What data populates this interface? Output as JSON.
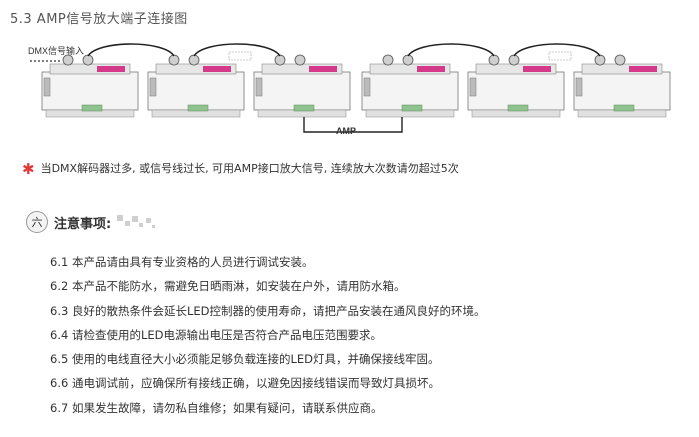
{
  "header": {
    "title": "5.3  AMP信号放大端子连接图"
  },
  "diagram": {
    "dmx_input_label": "DMX信号输入",
    "amp_label": "AMP",
    "unit_count": 6
  },
  "note": {
    "icon": "asterisk-icon",
    "text": "当DMX解码器过多, 或信号线过长, 可用AMP接口放大信号, 连续放大次数请勿超过5次"
  },
  "chapter": {
    "number": "六",
    "title": "注意事项:"
  },
  "items": [
    "6.1 本产品请由具有专业资格的人员进行调试安装。",
    "6.2 本产品不能防水，需避免日晒雨淋，如安装在户外，请用防水箱。",
    "6.3 良好的散热条件会延长LED控制器的使用寿命，请把产品安装在通风良好的环境。",
    "6.4 请检查使用的LED电源输出电压是否符合产品电压范围要求。",
    "6.5 使用的电线直径大小必须能足够负载连接的LED灯具，并确保接线牢固。",
    "6.6 通电调试前，应确保所有接线正确，以避免因接线错误而导致灯具损坏。",
    "6.7 如果发生故障，请勿私自维修；如果有疑问，请联系供应商。"
  ]
}
